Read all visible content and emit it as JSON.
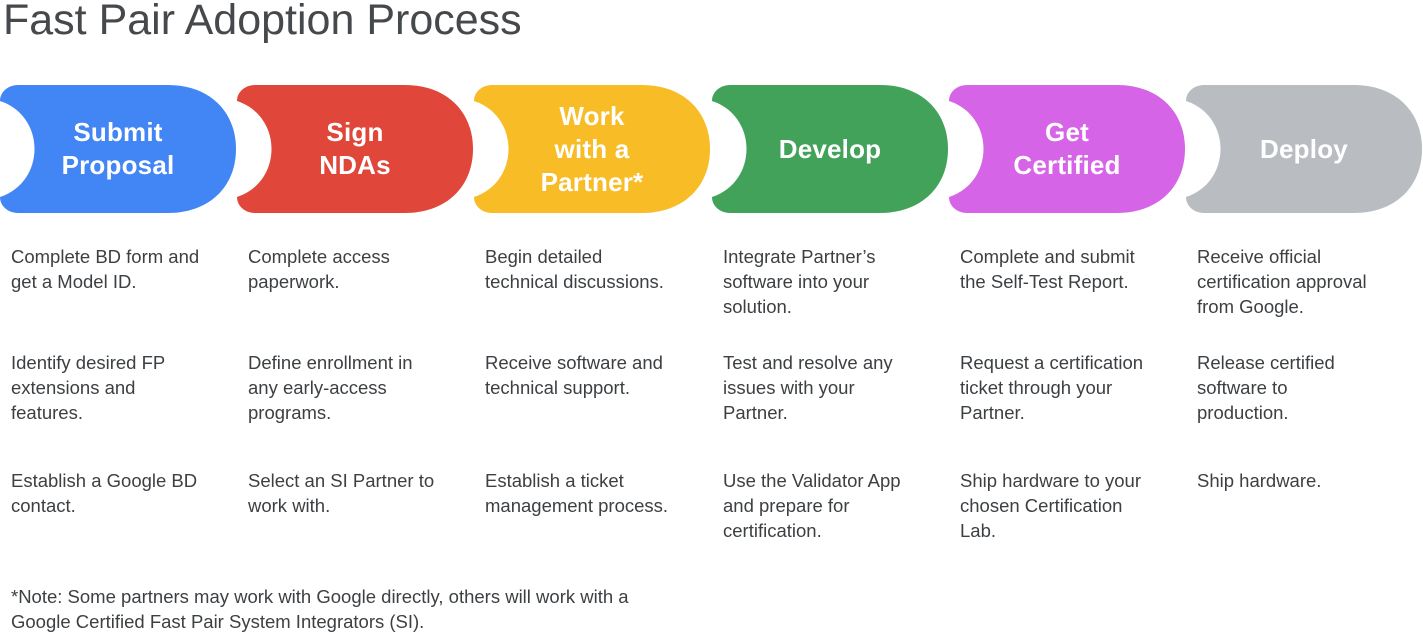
{
  "page": {
    "title": "Fast Pair Adoption Process",
    "background_color": "#ffffff",
    "title_color": "#46494c",
    "body_text_color": "#3d4043"
  },
  "stages": [
    {
      "label": "Submit\nProposal",
      "color": "#4285f4",
      "steps": [
        "Complete BD form and\nget a Model ID.",
        "Identify desired FP\nextensions and\nfeatures.",
        "Establish a Google BD\ncontact."
      ]
    },
    {
      "label": "Sign\nNDAs",
      "color": "#e0463a",
      "steps": [
        "Complete access\npaperwork.",
        "Define enrollment in\nany early-access\nprograms.",
        "Select an SI Partner to\nwork with."
      ]
    },
    {
      "label": "Work\nwith a\nPartner*",
      "color": "#f8bc27",
      "steps": [
        "Begin detailed\ntechnical discussions.",
        "Receive software and\ntechnical support.",
        "Establish a ticket\nmanagement process."
      ]
    },
    {
      "label": "Develop",
      "color": "#43a25a",
      "steps": [
        "Integrate Partner’s\nsoftware into your\nsolution.",
        "Test and resolve any\nissues with your\nPartner.",
        "Use the Validator App\nand prepare for\ncertification."
      ]
    },
    {
      "label": "Get\nCertified",
      "color": "#d564e6",
      "steps": [
        "Complete and submit\nthe Self-Test Report.",
        "Request a certification\nticket through your\nPartner.",
        "Ship hardware to your\nchosen Certification\nLab."
      ]
    },
    {
      "label": "Deploy",
      "color": "#b9bdc2",
      "steps": [
        "Receive official\ncertification approval\nfrom Google.",
        "Release certified\nsoftware to\nproduction.",
        "Ship hardware."
      ]
    }
  ],
  "footnote": "*Note: Some partners may work with Google directly, others will work with a\nGoogle Certified Fast Pair System Integrators (SI)."
}
